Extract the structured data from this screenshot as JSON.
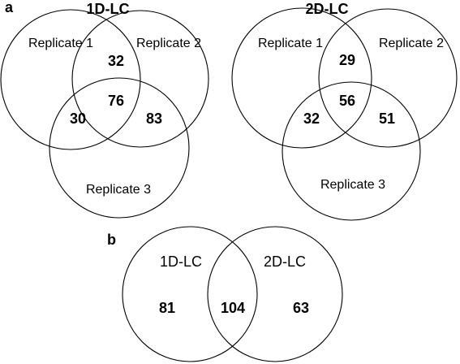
{
  "panel_a": {
    "label": "a",
    "venn_1d": {
      "title": "1D-LC",
      "sets": [
        "Replicate 1",
        "Replicate 2",
        "Replicate 3"
      ],
      "overlap_12": "32",
      "overlap_13": "30",
      "overlap_23": "83",
      "overlap_123": "76"
    },
    "venn_2d": {
      "title": "2D-LC",
      "sets": [
        "Replicate 1",
        "Replicate 2",
        "Replicate 3"
      ],
      "overlap_12": "29",
      "overlap_13": "32",
      "overlap_23": "51",
      "overlap_123": "56"
    }
  },
  "panel_b": {
    "label": "b",
    "sets": [
      "1D-LC",
      "2D-LC"
    ],
    "only_1d": "81",
    "shared": "104",
    "only_2d": "63"
  }
}
